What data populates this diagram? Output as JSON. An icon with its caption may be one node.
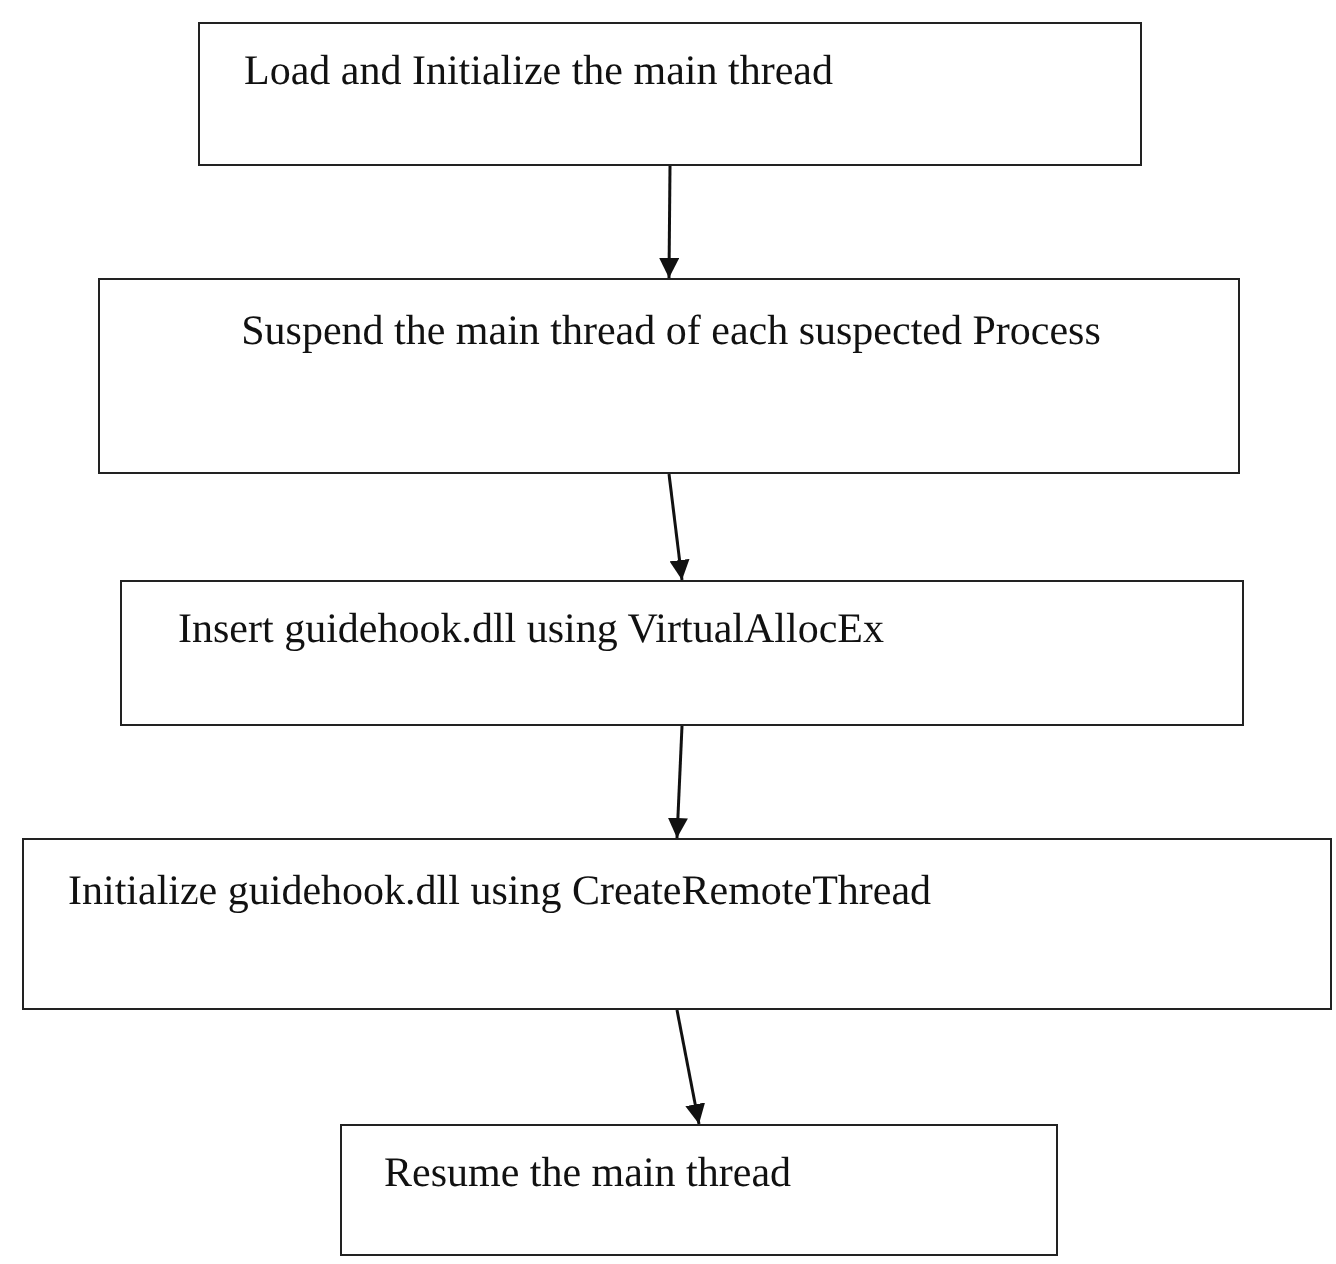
{
  "diagram": {
    "nodes": [
      {
        "text": [
          "Load and Initialize the main thread"
        ]
      },
      {
        "text": [
          "Suspend the main thread of each suspected Process"
        ]
      },
      {
        "text": [
          "Insert guidehook.dll using VirtualAllocEx"
        ]
      },
      {
        "text": [
          "Initialize guidehook.dll using CreateRemoteThread"
        ]
      },
      {
        "text": [
          "Resume the main thread"
        ]
      }
    ],
    "edges": [
      {
        "from": 0,
        "to": 1,
        "arrow": "to"
      },
      {
        "from": 1,
        "to": 2,
        "arrow": "to"
      },
      {
        "from": 2,
        "to": 3,
        "arrow": "to"
      },
      {
        "from": 3,
        "to": 4,
        "arrow": "to"
      }
    ]
  }
}
